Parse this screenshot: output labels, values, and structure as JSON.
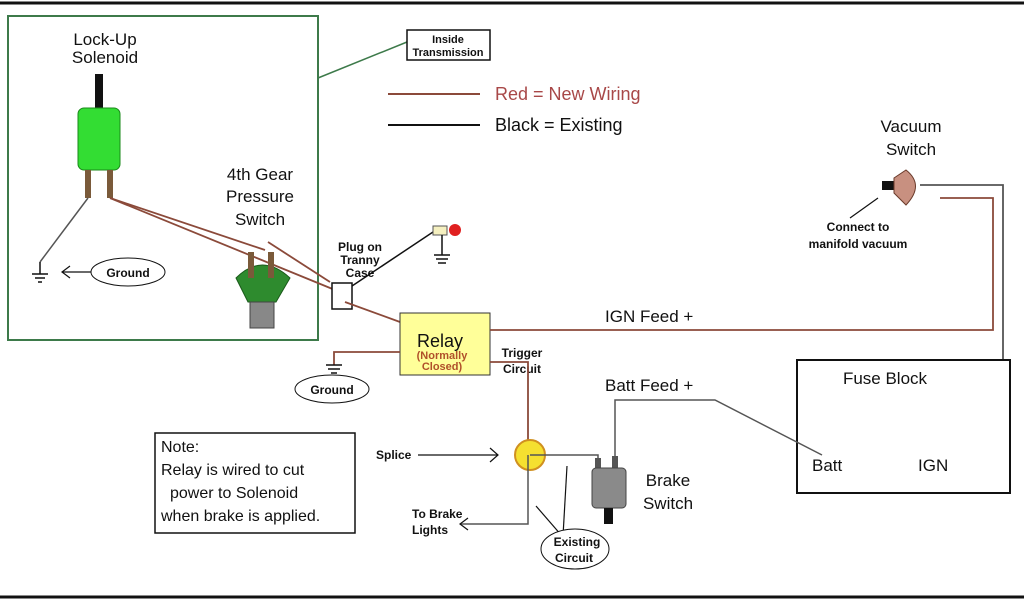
{
  "labels": {
    "lockup_solenoid": [
      "Lock-Up",
      "Solenoid"
    ],
    "inside_transmission": [
      "Inside",
      "Transmission"
    ],
    "legend_red": "Red = New Wiring",
    "legend_black": "Black = Existing",
    "pressure_switch": [
      "4th Gear",
      "Pressure",
      "Switch"
    ],
    "ground_left": "Ground",
    "ground_relay": "Ground",
    "plug": [
      "Plug on",
      "Tranny",
      "Case"
    ],
    "relay": "Relay",
    "relay_type": [
      "(Normally",
      "Closed)"
    ],
    "trigger": [
      "Trigger",
      "Circuit"
    ],
    "ign_feed": "IGN Feed  +",
    "batt_feed": "Batt Feed +",
    "vacuum_switch": [
      "Vacuum",
      "Switch"
    ],
    "manifold": [
      "Connect to",
      "manifold vacuum"
    ],
    "fuse_block": "Fuse Block",
    "batt": "Batt",
    "ign": "IGN",
    "splice": "Splice",
    "brake_lights": [
      "To Brake",
      "Lights"
    ],
    "brake_switch": [
      "Brake",
      "Switch"
    ],
    "existing_circuit": [
      "Existing",
      "Circuit"
    ],
    "note": [
      "Note:",
      "Relay is wired to cut",
      "power to Solenoid",
      "when brake is applied."
    ]
  },
  "colors": {
    "new_wiring": "#8b4a3a",
    "existing": "#111111",
    "legend_red_text": "#a84848",
    "transmission_border": "#3d7a4a",
    "relay_fill": "#ffff99",
    "solenoid": "#33dd33",
    "pressure_switch": "#2e8b2e",
    "splice": "#f5e030",
    "brake_switch": "#8a8a8a"
  }
}
